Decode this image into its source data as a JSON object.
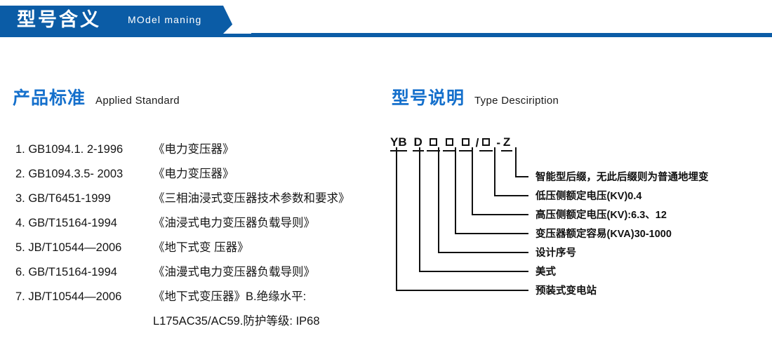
{
  "header": {
    "title_cn": "型号含义",
    "title_en": "MOdel maning",
    "banner_color": "#0B5CA6"
  },
  "sections": {
    "standards": {
      "heading_cn": "产品标准",
      "heading_en": "Applied Standard",
      "heading_color": "#1570CC",
      "items": [
        {
          "code": "1. GB1094.1. 2-1996",
          "name": "《电力变压器》"
        },
        {
          "code": "2. GB1094.3.5- 2003",
          "name": "《电力变压器》"
        },
        {
          "code": "3. GB/T6451-1999",
          "name": "《三相油浸式变压器技术参数和要求》"
        },
        {
          "code": "4. GB/T15164-1994",
          "name": "《油浸式电力变压器负载导则》"
        },
        {
          "code": "5. JB/T10544—2006",
          "name": "《地下式变 压器》"
        },
        {
          "code": "6. GB/T15164-1994",
          "name": "《油漫式电力变压器负载导则》"
        },
        {
          "code": "7. JB/T10544—2006",
          "name": "《地下式变压器》B.绝缘水平:"
        },
        {
          "code": "",
          "name": "L175AC35/AC59.防护等级: IP68",
          "continuation": true
        }
      ]
    },
    "type_description": {
      "heading_cn": "型号说明",
      "heading_en": "Type Desciription",
      "heading_color": "#1570CC",
      "code_tokens": [
        {
          "text": "YB",
          "type": "text",
          "underline": true
        },
        {
          "text": "D",
          "type": "text",
          "underline": true
        },
        {
          "text": "",
          "type": "box",
          "underline": true
        },
        {
          "text": "",
          "type": "box",
          "underline": true
        },
        {
          "text": "",
          "type": "box",
          "underline": true
        },
        {
          "text": "/",
          "type": "sep",
          "underline": false
        },
        {
          "text": "",
          "type": "box",
          "underline": true
        },
        {
          "text": "-",
          "type": "sep",
          "underline": false
        },
        {
          "text": "Z",
          "type": "text",
          "underline": true
        }
      ],
      "code_string": "YB D □□□/□-Z",
      "notes": [
        "智能型后缀，无此后缀则为普通地埋变",
        "低压侧额定电压(KV)0.4",
        "高压侧额定电压(KV):6.3、12",
        "变压器额定容易(KVA)30-1000",
        "设计序号",
        "美式",
        "预装式变电站"
      ]
    }
  }
}
